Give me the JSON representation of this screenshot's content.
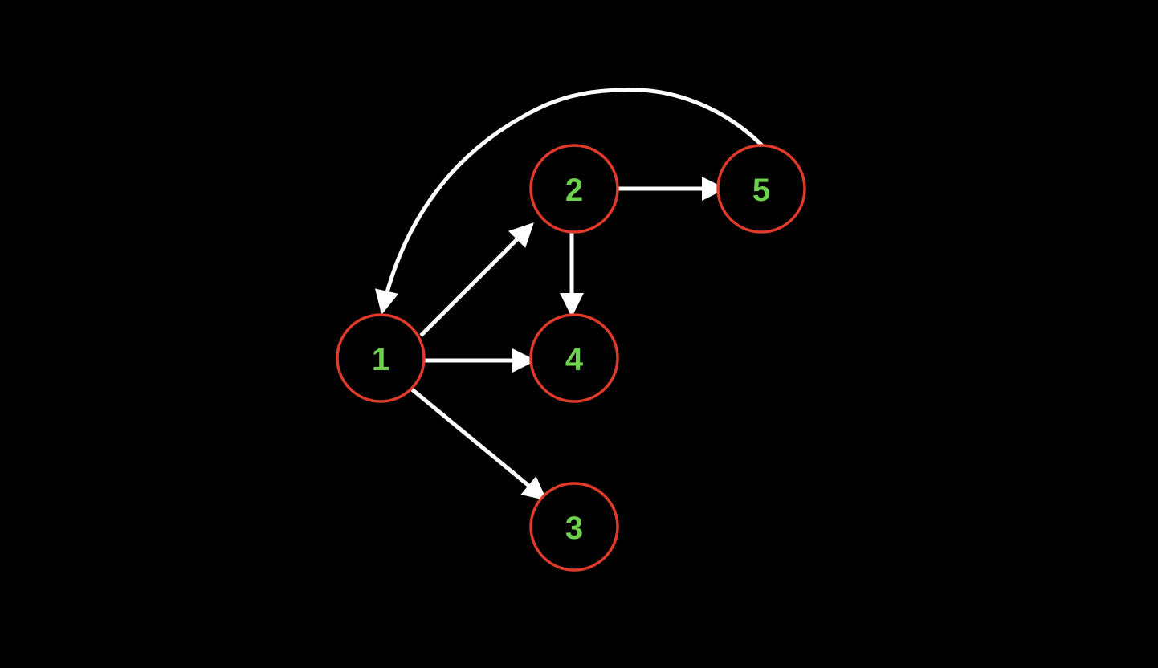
{
  "diagram": {
    "colors": {
      "background": "#000000",
      "node_stroke": "#e03a2b",
      "node_label": "#6fd14f",
      "edge": "#ffffff"
    },
    "nodes": [
      {
        "id": "1",
        "label": "1"
      },
      {
        "id": "2",
        "label": "2"
      },
      {
        "id": "3",
        "label": "3"
      },
      {
        "id": "4",
        "label": "4"
      },
      {
        "id": "5",
        "label": "5"
      }
    ],
    "edges": [
      {
        "from": "1",
        "to": "2"
      },
      {
        "from": "1",
        "to": "4"
      },
      {
        "from": "1",
        "to": "3"
      },
      {
        "from": "2",
        "to": "5"
      },
      {
        "from": "2",
        "to": "4"
      },
      {
        "from": "5",
        "to": "1"
      }
    ]
  }
}
